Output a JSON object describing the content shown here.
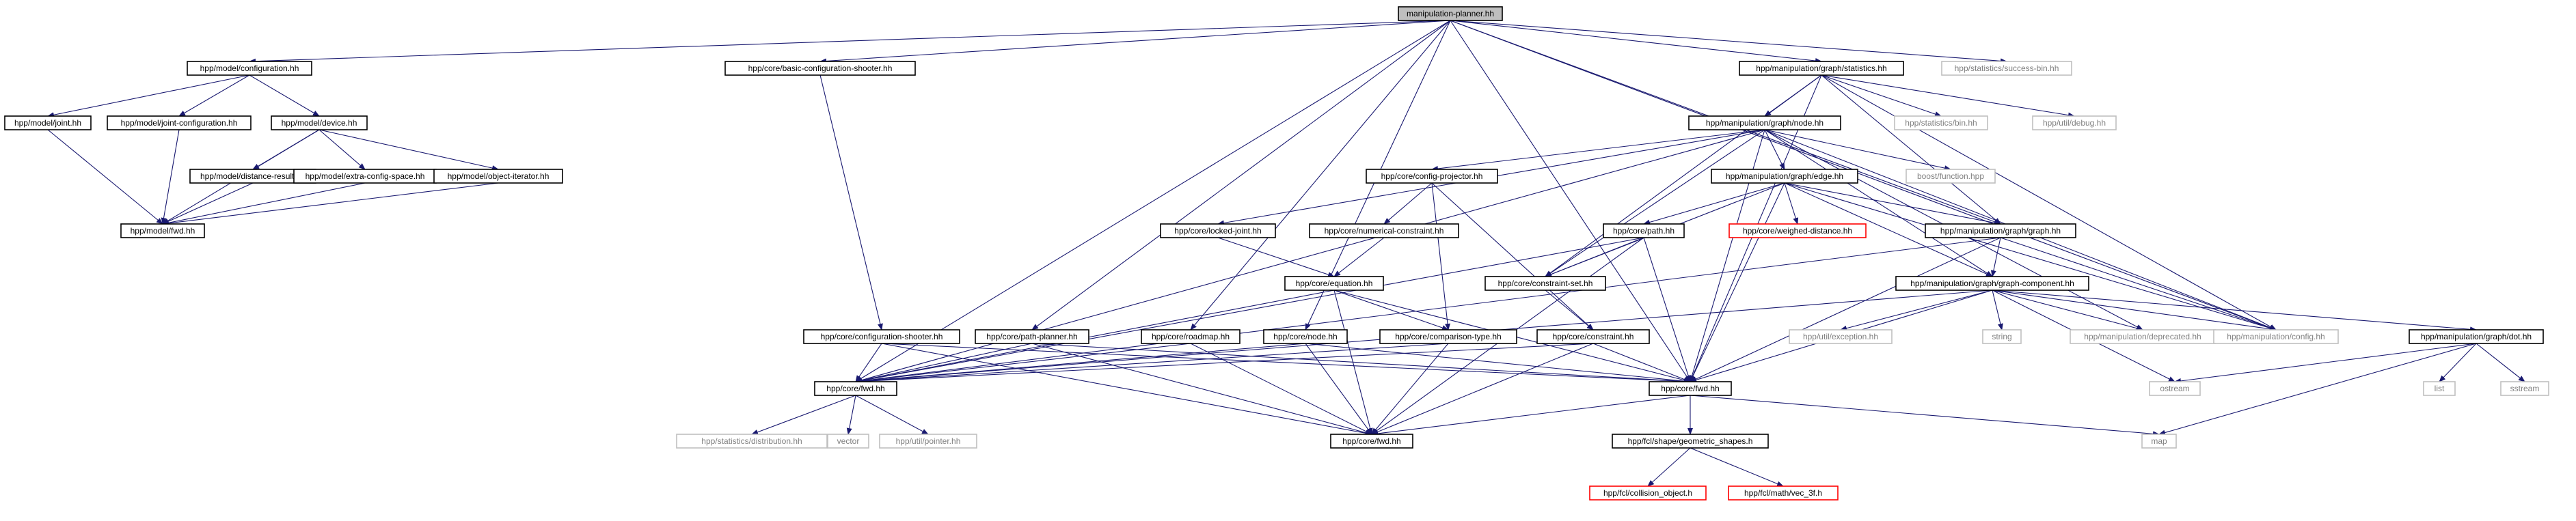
{
  "colors": {
    "edge": "#191970",
    "border": "#000000",
    "missing_border": "#c0c0c0",
    "missing_text": "#808080",
    "error_border": "#ff0000",
    "root_fill": "#bfbfbf",
    "fill": "#ffffff"
  },
  "nodes": [
    {
      "id": "n_root",
      "label": "manipulation-planner.hh",
      "kind": "root"
    },
    {
      "id": "n_cfg",
      "label": "hpp/model/configuration.hh",
      "kind": "normal"
    },
    {
      "id": "n_bcs",
      "label": "hpp/core/basic-configuration-shooter.hh",
      "kind": "normal"
    },
    {
      "id": "n_stat",
      "label": "hpp/manipulation/graph/statistics.hh",
      "kind": "normal"
    },
    {
      "id": "n_succ",
      "label": "hpp/statistics/success-bin.hh",
      "kind": "missing"
    },
    {
      "id": "n_joint",
      "label": "hpp/model/joint.hh",
      "kind": "normal"
    },
    {
      "id": "n_jcfg",
      "label": "hpp/model/joint-configuration.hh",
      "kind": "normal"
    },
    {
      "id": "n_dev",
      "label": "hpp/model/device.hh",
      "kind": "normal"
    },
    {
      "id": "n_mnode",
      "label": "hpp/manipulation/graph/node.hh",
      "kind": "normal"
    },
    {
      "id": "n_bin",
      "label": "hpp/statistics/bin.hh",
      "kind": "missing"
    },
    {
      "id": "n_dbg",
      "label": "hpp/util/debug.hh",
      "kind": "missing"
    },
    {
      "id": "n_dist",
      "label": "hpp/model/distance-result.hh",
      "kind": "normal"
    },
    {
      "id": "n_ecs",
      "label": "hpp/model/extra-config-space.hh",
      "kind": "normal"
    },
    {
      "id": "n_oit",
      "label": "hpp/model/object-iterator.hh",
      "kind": "normal"
    },
    {
      "id": "n_cproj",
      "label": "hpp/core/config-projector.hh",
      "kind": "normal"
    },
    {
      "id": "n_edge",
      "label": "hpp/manipulation/graph/edge.hh",
      "kind": "normal"
    },
    {
      "id": "n_boost",
      "label": "boost/function.hpp",
      "kind": "missing"
    },
    {
      "id": "n_mfwd",
      "label": "hpp/model/fwd.hh",
      "kind": "normal"
    },
    {
      "id": "n_lj",
      "label": "hpp/core/locked-joint.hh",
      "kind": "normal"
    },
    {
      "id": "n_nc",
      "label": "hpp/core/numerical-constraint.hh",
      "kind": "normal"
    },
    {
      "id": "n_wd",
      "label": "hpp/core/weighed-distance.hh",
      "kind": "error"
    },
    {
      "id": "n_path",
      "label": "hpp/core/path.hh",
      "kind": "normal"
    },
    {
      "id": "n_graph",
      "label": "hpp/manipulation/graph/graph.hh",
      "kind": "normal"
    },
    {
      "id": "n_eq",
      "label": "hpp/core/equation.hh",
      "kind": "normal"
    },
    {
      "id": "n_cset",
      "label": "hpp/core/constraint-set.hh",
      "kind": "normal"
    },
    {
      "id": "n_gcomp",
      "label": "hpp/manipulation/graph/graph-component.hh",
      "kind": "normal"
    },
    {
      "id": "n_cs",
      "label": "hpp/core/configuration-shooter.hh",
      "kind": "normal"
    },
    {
      "id": "n_pp",
      "label": "hpp/core/path-planner.hh",
      "kind": "normal"
    },
    {
      "id": "n_rm",
      "label": "hpp/core/roadmap.hh",
      "kind": "normal"
    },
    {
      "id": "n_cnode",
      "label": "hpp/core/node.hh",
      "kind": "normal"
    },
    {
      "id": "n_ctype",
      "label": "hpp/core/comparison-type.hh",
      "kind": "normal"
    },
    {
      "id": "n_constr",
      "label": "hpp/core/constraint.hh",
      "kind": "normal"
    },
    {
      "id": "n_exc",
      "label": "hpp/util/exception.hh",
      "kind": "missing"
    },
    {
      "id": "n_str",
      "label": "string",
      "kind": "missing"
    },
    {
      "id": "n_depr",
      "label": "hpp/manipulation/deprecated.hh",
      "kind": "missing"
    },
    {
      "id": "n_mcfg",
      "label": "hpp/manipulation/config.hh",
      "kind": "missing"
    },
    {
      "id": "n_dot",
      "label": "hpp/manipulation/graph/dot.hh",
      "kind": "normal"
    },
    {
      "id": "n_cfwd",
      "label": "hpp/core/fwd.hh",
      "kind": "normal"
    },
    {
      "id": "n_fclfwd",
      "label": "hpp/core/fwd.hh",
      "kind": "normal"
    },
    {
      "id": "n_ostream",
      "label": "ostream",
      "kind": "missing"
    },
    {
      "id": "n_list",
      "label": "list",
      "kind": "missing"
    },
    {
      "id": "n_sstream",
      "label": "sstream",
      "kind": "missing"
    },
    {
      "id": "n_sdist",
      "label": "hpp/statistics/distribution.hh",
      "kind": "missing"
    },
    {
      "id": "n_vec",
      "label": "vector",
      "kind": "missing"
    },
    {
      "id": "n_ptr",
      "label": "hpp/util/pointer.hh",
      "kind": "missing"
    },
    {
      "id": "n_geom",
      "label": "hpp/fcl/shape/geometric_shapes.h",
      "kind": "normal"
    },
    {
      "id": "n_map",
      "label": "map",
      "kind": "missing"
    },
    {
      "id": "n_corefwd",
      "label": "hpp/core/fwd.hh",
      "kind": "normal"
    },
    {
      "id": "n_coll",
      "label": "hpp/fcl/collision_object.h",
      "kind": "error"
    },
    {
      "id": "n_vec3",
      "label": "hpp/fcl/math/vec_3f.h",
      "kind": "error"
    }
  ],
  "edges": [
    [
      "n_root",
      "n_cfg"
    ],
    [
      "n_root",
      "n_bcs"
    ],
    [
      "n_root",
      "n_stat"
    ],
    [
      "n_root",
      "n_succ"
    ],
    [
      "n_root",
      "n_mcfg"
    ],
    [
      "n_root",
      "n_graph"
    ],
    [
      "n_root",
      "n_cfwd"
    ],
    [
      "n_root",
      "n_fclfwd"
    ],
    [
      "n_root",
      "n_pp"
    ],
    [
      "n_root",
      "n_rm"
    ],
    [
      "n_root",
      "n_cnode"
    ],
    [
      "n_cfg",
      "n_joint"
    ],
    [
      "n_cfg",
      "n_jcfg"
    ],
    [
      "n_cfg",
      "n_dev"
    ],
    [
      "n_joint",
      "n_mfwd"
    ],
    [
      "n_jcfg",
      "n_mfwd"
    ],
    [
      "n_dev",
      "n_mfwd"
    ],
    [
      "n_dev",
      "n_dist"
    ],
    [
      "n_dev",
      "n_ecs"
    ],
    [
      "n_dev",
      "n_oit"
    ],
    [
      "n_dist",
      "n_mfwd"
    ],
    [
      "n_ecs",
      "n_mfwd"
    ],
    [
      "n_oit",
      "n_mfwd"
    ],
    [
      "n_bcs",
      "n_cs"
    ],
    [
      "n_stat",
      "n_mnode"
    ],
    [
      "n_stat",
      "n_bin"
    ],
    [
      "n_stat",
      "n_dbg"
    ],
    [
      "n_stat",
      "n_graph"
    ],
    [
      "n_stat",
      "n_mcfg"
    ],
    [
      "n_stat",
      "n_cfwd"
    ],
    [
      "n_stat",
      "n_cset"
    ],
    [
      "n_mnode",
      "n_cproj"
    ],
    [
      "n_mnode",
      "n_edge"
    ],
    [
      "n_mnode",
      "n_boost"
    ],
    [
      "n_mnode",
      "n_lj"
    ],
    [
      "n_mnode",
      "n_mcfg"
    ],
    [
      "n_mnode",
      "n_cfwd"
    ],
    [
      "n_mnode",
      "n_gcomp"
    ],
    [
      "n_mnode",
      "n_cset"
    ],
    [
      "n_mnode",
      "n_depr"
    ],
    [
      "n_mnode",
      "n_fclfwd"
    ],
    [
      "n_cproj",
      "n_nc"
    ],
    [
      "n_cproj",
      "n_ctype"
    ],
    [
      "n_cproj",
      "n_constr"
    ],
    [
      "n_lj",
      "n_eq"
    ],
    [
      "n_nc",
      "n_eq"
    ],
    [
      "n_eq",
      "n_fclfwd"
    ],
    [
      "n_eq",
      "n_cfwd"
    ],
    [
      "n_eq",
      "n_ctype"
    ],
    [
      "n_eq",
      "n_corefwd"
    ],
    [
      "n_edge",
      "n_wd"
    ],
    [
      "n_edge",
      "n_path"
    ],
    [
      "n_edge",
      "n_graph"
    ],
    [
      "n_edge",
      "n_cset"
    ],
    [
      "n_edge",
      "n_mcfg"
    ],
    [
      "n_edge",
      "n_cfwd"
    ],
    [
      "n_edge",
      "n_gcomp"
    ],
    [
      "n_path",
      "n_cset"
    ],
    [
      "n_path",
      "n_fclfwd"
    ],
    [
      "n_path",
      "n_cfwd"
    ],
    [
      "n_path",
      "n_corefwd"
    ],
    [
      "n_graph",
      "n_gcomp"
    ],
    [
      "n_graph",
      "n_mcfg"
    ],
    [
      "n_graph",
      "n_cfwd"
    ],
    [
      "n_graph",
      "n_fclfwd"
    ],
    [
      "n_cset",
      "n_constr"
    ],
    [
      "n_gcomp",
      "n_exc"
    ],
    [
      "n_gcomp",
      "n_str"
    ],
    [
      "n_gcomp",
      "n_depr"
    ],
    [
      "n_gcomp",
      "n_mcfg"
    ],
    [
      "n_gcomp",
      "n_dot"
    ],
    [
      "n_gcomp",
      "n_cfwd"
    ],
    [
      "n_gcomp",
      "n_ostream"
    ],
    [
      "n_gcomp",
      "n_fclfwd"
    ],
    [
      "n_cs",
      "n_fclfwd"
    ],
    [
      "n_cs",
      "n_corefwd"
    ],
    [
      "n_cs",
      "n_cfwd"
    ],
    [
      "n_pp",
      "n_fclfwd"
    ],
    [
      "n_pp",
      "n_corefwd"
    ],
    [
      "n_pp",
      "n_cfwd"
    ],
    [
      "n_rm",
      "n_fclfwd"
    ],
    [
      "n_rm",
      "n_corefwd"
    ],
    [
      "n_cnode",
      "n_fclfwd"
    ],
    [
      "n_cnode",
      "n_corefwd"
    ],
    [
      "n_cnode",
      "n_cfwd"
    ],
    [
      "n_ctype",
      "n_fclfwd"
    ],
    [
      "n_ctype",
      "n_corefwd"
    ],
    [
      "n_constr",
      "n_fclfwd"
    ],
    [
      "n_constr",
      "n_corefwd"
    ],
    [
      "n_constr",
      "n_cfwd"
    ],
    [
      "n_dot",
      "n_ostream"
    ],
    [
      "n_dot",
      "n_list"
    ],
    [
      "n_dot",
      "n_sstream"
    ],
    [
      "n_dot",
      "n_map"
    ],
    [
      "n_fclfwd",
      "n_sdist"
    ],
    [
      "n_fclfwd",
      "n_vec"
    ],
    [
      "n_fclfwd",
      "n_ptr"
    ],
    [
      "n_cfwd",
      "n_geom"
    ],
    [
      "n_cfwd",
      "n_map"
    ],
    [
      "n_cfwd",
      "n_corefwd"
    ],
    [
      "n_geom",
      "n_coll"
    ],
    [
      "n_geom",
      "n_vec3"
    ]
  ]
}
